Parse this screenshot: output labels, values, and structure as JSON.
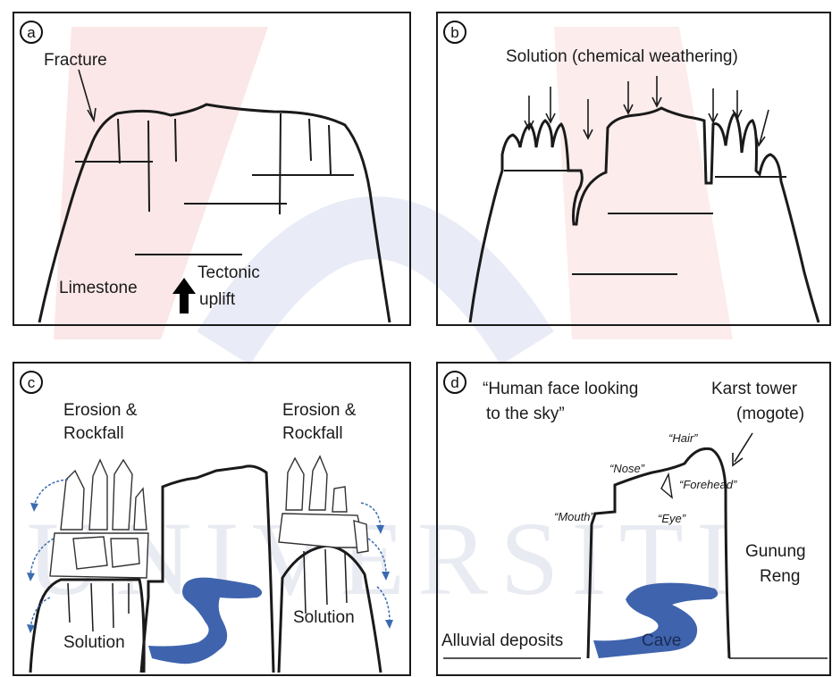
{
  "watermark": {
    "text": "UNIVERSITI",
    "color": "#c9cde0",
    "accent": "#f6c9c9"
  },
  "colors": {
    "line": "#1a1a1a",
    "cave": "#3f64ad",
    "flow_arrow": "#3b6bb0"
  },
  "panels": {
    "a": {
      "badge": "a",
      "fracture": "Fracture",
      "limestone": "Limestone",
      "tectonic": "Tectonic",
      "uplift": "uplift"
    },
    "b": {
      "badge": "b",
      "solution": "Solution (chemical weathering)"
    },
    "c": {
      "badge": "c",
      "erosion_left_1": "Erosion &",
      "erosion_left_2": "Rockfall",
      "erosion_right_1": "Erosion &",
      "erosion_right_2": "Rockfall",
      "solution_left": "Solution",
      "solution_right": "Solution"
    },
    "d": {
      "badge": "d",
      "face_1": "“Human face looking",
      "face_2": "to the sky”",
      "tower_1": "Karst tower",
      "tower_2": "(mogote)",
      "hair": "“Hair”",
      "nose": "“Nose”",
      "forehead": "“Forehead”",
      "mouth": "“Mouth”",
      "eye": "“Eye”",
      "gunung": "Gunung",
      "reng": "Reng",
      "alluvial": "Alluvial deposits",
      "cave": "Cave"
    }
  }
}
